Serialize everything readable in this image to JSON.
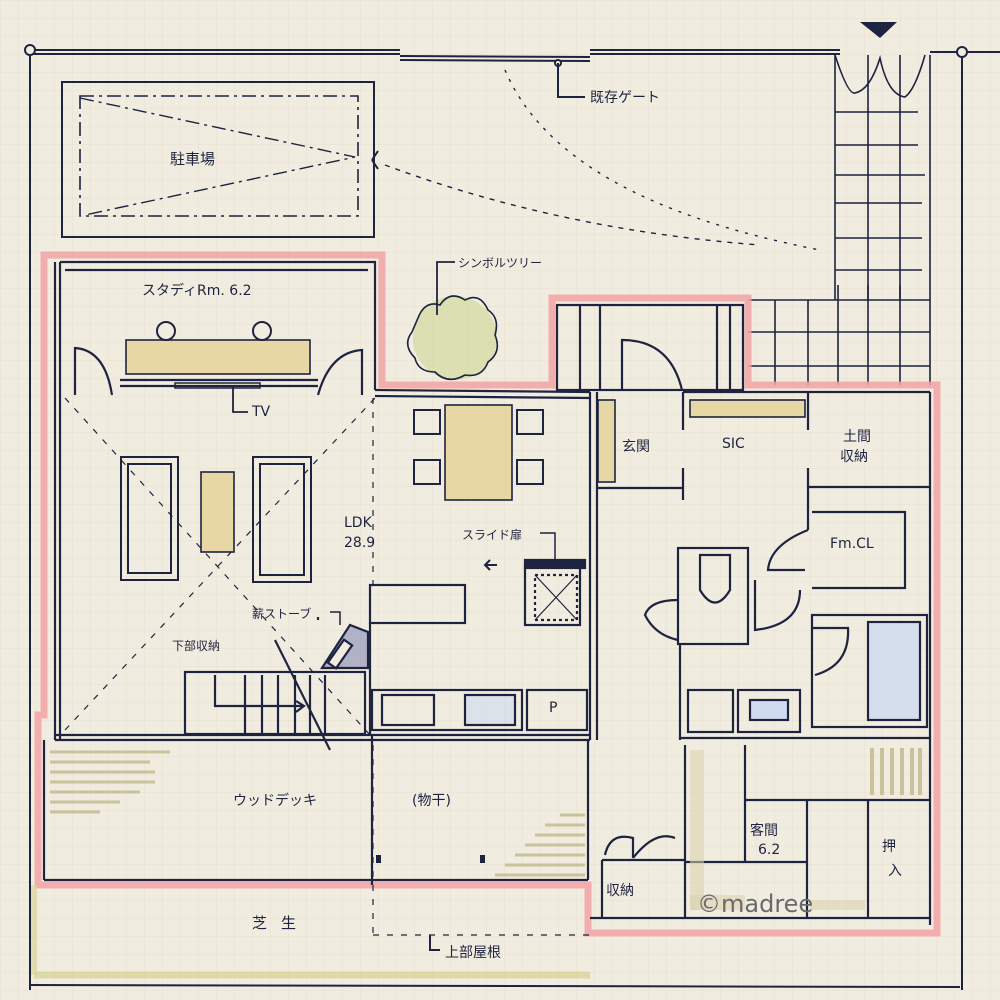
{
  "diagram": {
    "type": "hand-drawn floor plan",
    "colors": {
      "paper": "#f1ece0",
      "ink": "#1e2340",
      "outline_highlight": "#f2a3a3",
      "wood_fill": "#e4d49a",
      "furniture_shadow": "#d8cdf0",
      "grass_edge": "#d9d69a",
      "deck_hatch": "#c9c29a",
      "bath_blue": "#c7d8f2",
      "tree_green": "#c8d58a"
    },
    "labels": {
      "parking": "駐車場",
      "existing_gate": "既存ゲート",
      "symbol_tree": "シンボルツリー",
      "study_room": "スタディRm. 6.2",
      "tv": "TV",
      "ldk_name": "LDK",
      "ldk_size": "28.9",
      "sliding_door": "スライド扉",
      "wood_stove": "薪ストーブ",
      "under_stairs_storage": "下部収納",
      "entrance": "玄関",
      "sic": "SIC",
      "doma_storage_1": "土間",
      "doma_storage_2": "収納",
      "family_closet": "Fm.CL",
      "pantry": "P",
      "wood_deck": "ウッドデッキ",
      "clothes_drying": "(物干)",
      "lawn": "芝生",
      "roof_above": "上部屋根",
      "storage_bottom": "収納",
      "guest_room_name": "客間",
      "guest_room_size": "6.2",
      "closet_oshiire_1": "押",
      "closet_oshiire_2": "入"
    },
    "watermark": "©madree",
    "north_marker": "▼"
  }
}
